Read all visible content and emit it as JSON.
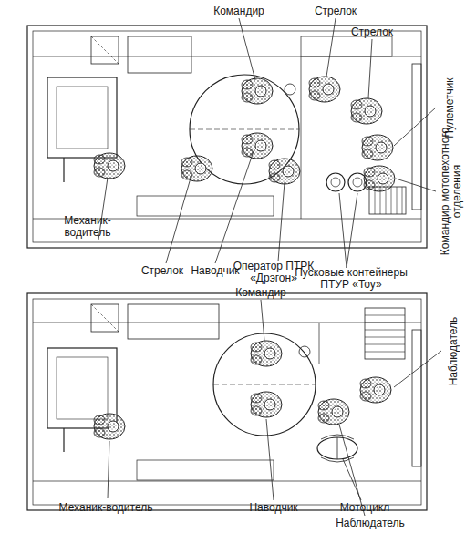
{
  "diagram": {
    "labels": [
      "Командир",
      "Стрелок",
      "Стрелок",
      "Пулеметчик",
      "Командир мотопехотного отделения",
      "Пусковые контейнеры ПТУР «Тоу»",
      "Оператор ПТРК «Дрэгон»",
      "Наводчик",
      "Стрелок",
      "Механик-водитель",
      "Командир",
      "Наблюдатель",
      "Мотоцикл",
      "Наблюдатель",
      "Наводчик",
      "Механик-водитель"
    ]
  }
}
